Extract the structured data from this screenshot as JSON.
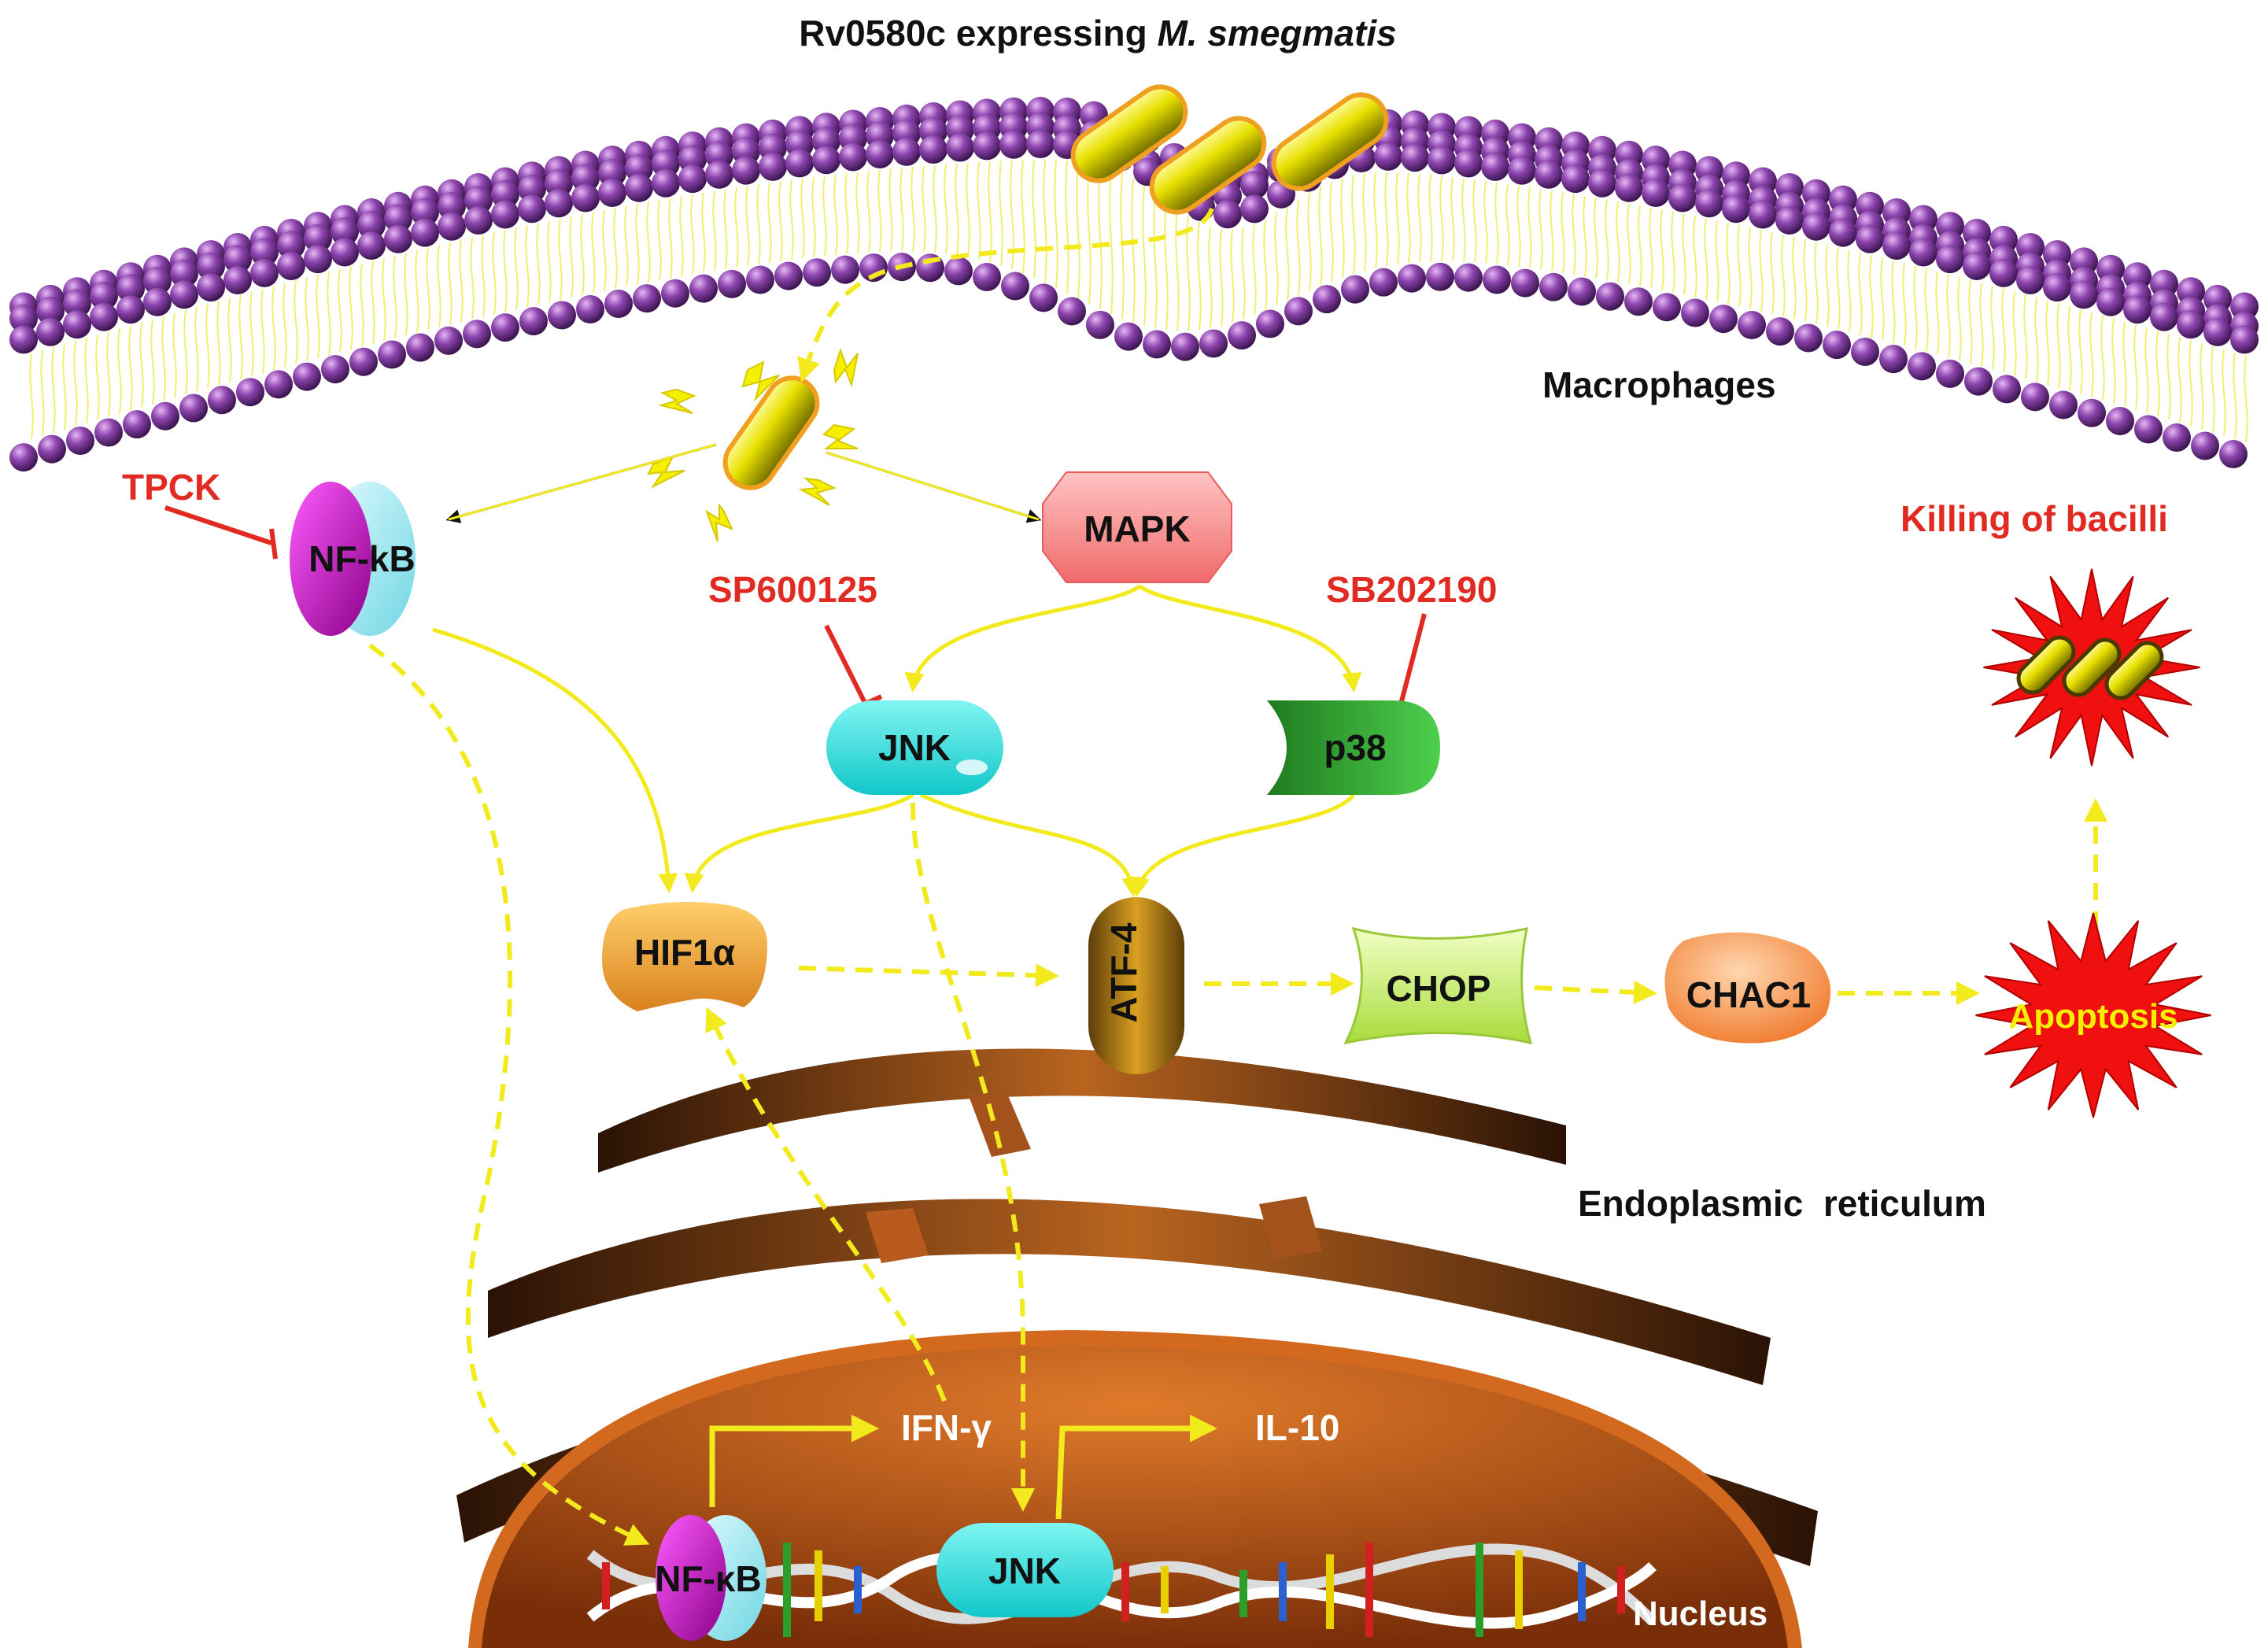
{
  "title": {
    "prefix": "Rv0580c expressing ",
    "italic": "M. smegmatis"
  },
  "compartments": {
    "macrophages": "Macrophages",
    "er": "Endoplasmic  reticulum",
    "nucleus": "Nucleus"
  },
  "nodes": {
    "nfkb_top": "NF-kB",
    "mapk": "MAPK",
    "jnk_top": "JNK",
    "p38": "p38",
    "hif1a": "HIF1α",
    "atf4": "ATF-4",
    "chop": "CHOP",
    "chac1": "CHAC1",
    "apoptosis": "Apoptosis",
    "nfkb_nucleus": "NF-κB",
    "jnk_nucleus": "JNK",
    "ifng": "IFN-γ",
    "il10": "IL-10"
  },
  "inhibitors": {
    "tpck": "TPCK",
    "sp600125": "SP600125",
    "sb202190": "SB202190"
  },
  "outcome": {
    "killing": "Killing of bacilli"
  },
  "colors": {
    "membrane_bead": "#7a3a96",
    "bacillus": "#e8e000",
    "arrow": "#f2ea1c",
    "inhibitor": "#e02a22",
    "er": "#6b3410",
    "nucleus": "#c8561a"
  }
}
